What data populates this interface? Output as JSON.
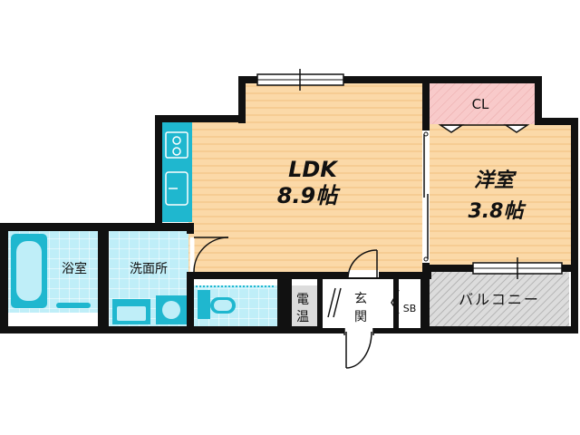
{
  "rooms": {
    "ldk": {
      "name": "LDK",
      "size": "8.9帖"
    },
    "western": {
      "name": "洋室",
      "size": "3.8帖"
    },
    "closet": {
      "name": "CL"
    },
    "bath": {
      "name": "浴室"
    },
    "washroom": {
      "name": "洗面所"
    },
    "water_heater": {
      "line1": "電",
      "line2": "温"
    },
    "entrance": {
      "line1": "玄",
      "line2": "関"
    },
    "shoebox": {
      "name": "SB"
    },
    "balcony": {
      "name": "バルコニー"
    }
  },
  "colors": {
    "wall": "#111111",
    "floor_wood": "#fbd9a8",
    "floor_stripe": "#f6cc93",
    "closet_fill": "#f8caca",
    "wet_area": "#bfeef8",
    "tile_line": "#ffffff",
    "fixture": "#1fb7cf",
    "balcony_fill": "#dcdcdc",
    "hatch": "#a8a8a8"
  }
}
